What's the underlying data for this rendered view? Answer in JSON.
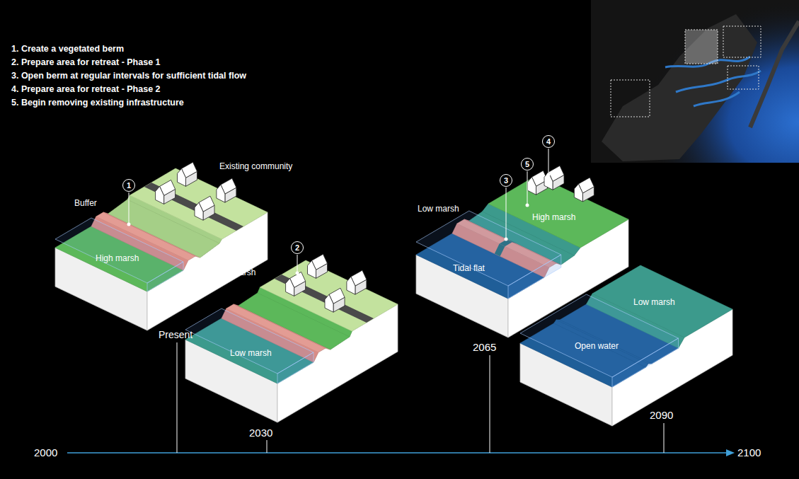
{
  "diagram": {
    "nodes": [
      {
        "text": [
          "1"
        ]
      },
      {
        "text": [
          "2"
        ]
      },
      {
        "text": [
          "3"
        ]
      },
      {
        "text": [
          "5"
        ]
      },
      {
        "text": [
          "4"
        ]
      }
    ],
    "labels": [
      "1. Create a vegetated berm",
      "2. Prepare area for retreat - Phase 1",
      "3. Open berm at regular intervals for sufficient tidal flow",
      "4. Prepare area for retreat - Phase 2",
      "5. Begin removing existing infrastructure",
      "Existing community",
      "Buffer",
      "Low marsh",
      "High marsh",
      "High marsh",
      "Tidal flat",
      "High marsh",
      "Low marsh",
      "Present",
      "2065",
      "Open water",
      "Low marsh",
      "2090",
      "2030",
      "2000",
      "2100"
    ]
  }
}
